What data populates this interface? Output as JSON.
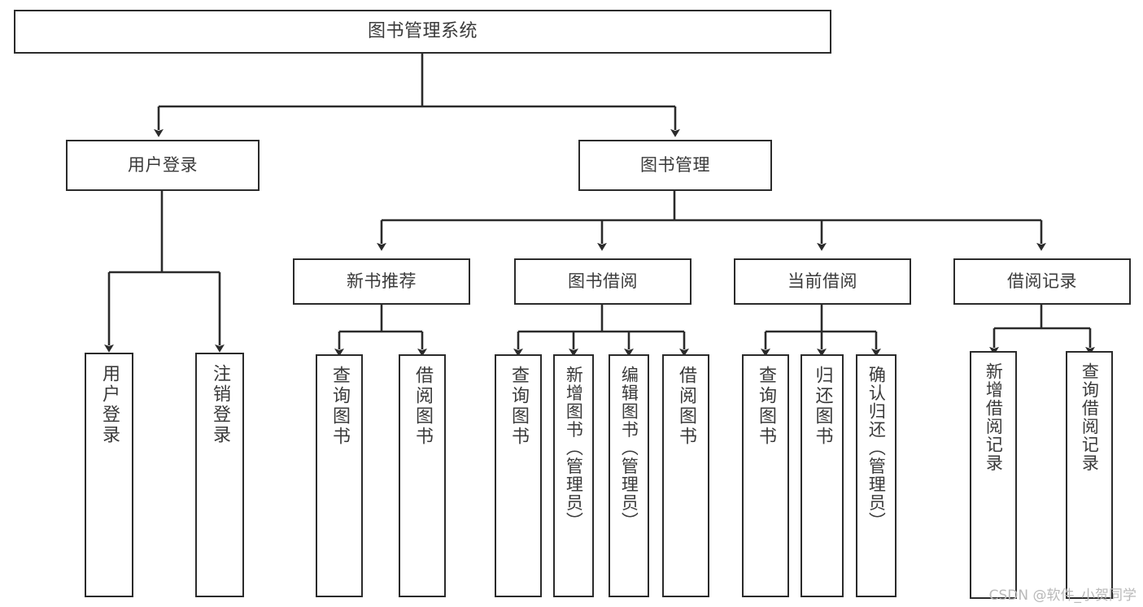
{
  "diagram": {
    "title": "图书管理系统",
    "type": "tree-hierarchy",
    "root": {
      "id": "root",
      "label": "图书管理系统"
    },
    "level2": [
      {
        "id": "user-login",
        "label": "用户登录"
      },
      {
        "id": "book-manage",
        "label": "图书管理"
      }
    ],
    "level3": [
      {
        "id": "new-book-rec",
        "label": "新书推荐",
        "parent": "book-manage"
      },
      {
        "id": "book-borrow",
        "label": "图书借阅",
        "parent": "book-manage"
      },
      {
        "id": "current-borrow",
        "label": "当前借阅",
        "parent": "book-manage"
      },
      {
        "id": "borrow-record",
        "label": "借阅记录",
        "parent": "book-manage"
      }
    ],
    "leaves": [
      {
        "id": "leaf-1",
        "label": "用户登录",
        "parent": "user-login"
      },
      {
        "id": "leaf-2",
        "label": "注销登录",
        "parent": "user-login"
      },
      {
        "id": "leaf-3",
        "label": "查询图书",
        "parent": "new-book-rec"
      },
      {
        "id": "leaf-4",
        "label": "借阅图书",
        "parent": "new-book-rec"
      },
      {
        "id": "leaf-5",
        "label": "查询图书",
        "parent": "book-borrow"
      },
      {
        "id": "leaf-6",
        "label": "新增图书（管理员）",
        "parent": "book-borrow"
      },
      {
        "id": "leaf-7",
        "label": "编辑图书（管理员）",
        "parent": "book-borrow"
      },
      {
        "id": "leaf-8",
        "label": "借阅图书",
        "parent": "book-borrow"
      },
      {
        "id": "leaf-9",
        "label": "查询图书",
        "parent": "current-borrow"
      },
      {
        "id": "leaf-10",
        "label": "归还图书",
        "parent": "current-borrow"
      },
      {
        "id": "leaf-11",
        "label": "确认归还（管理员）",
        "parent": "current-borrow"
      },
      {
        "id": "leaf-12",
        "label": "新增借阅记录",
        "parent": "borrow-record"
      },
      {
        "id": "leaf-13",
        "label": "查询借阅记录",
        "parent": "borrow-record"
      }
    ],
    "colors": {
      "stroke": "#2b2b2b",
      "fill": "#ffffff",
      "text": "#3a3a3a",
      "watermark": "#b9b9b9"
    }
  },
  "watermark": {
    "text": "CSDN @软件_小贺同学"
  }
}
